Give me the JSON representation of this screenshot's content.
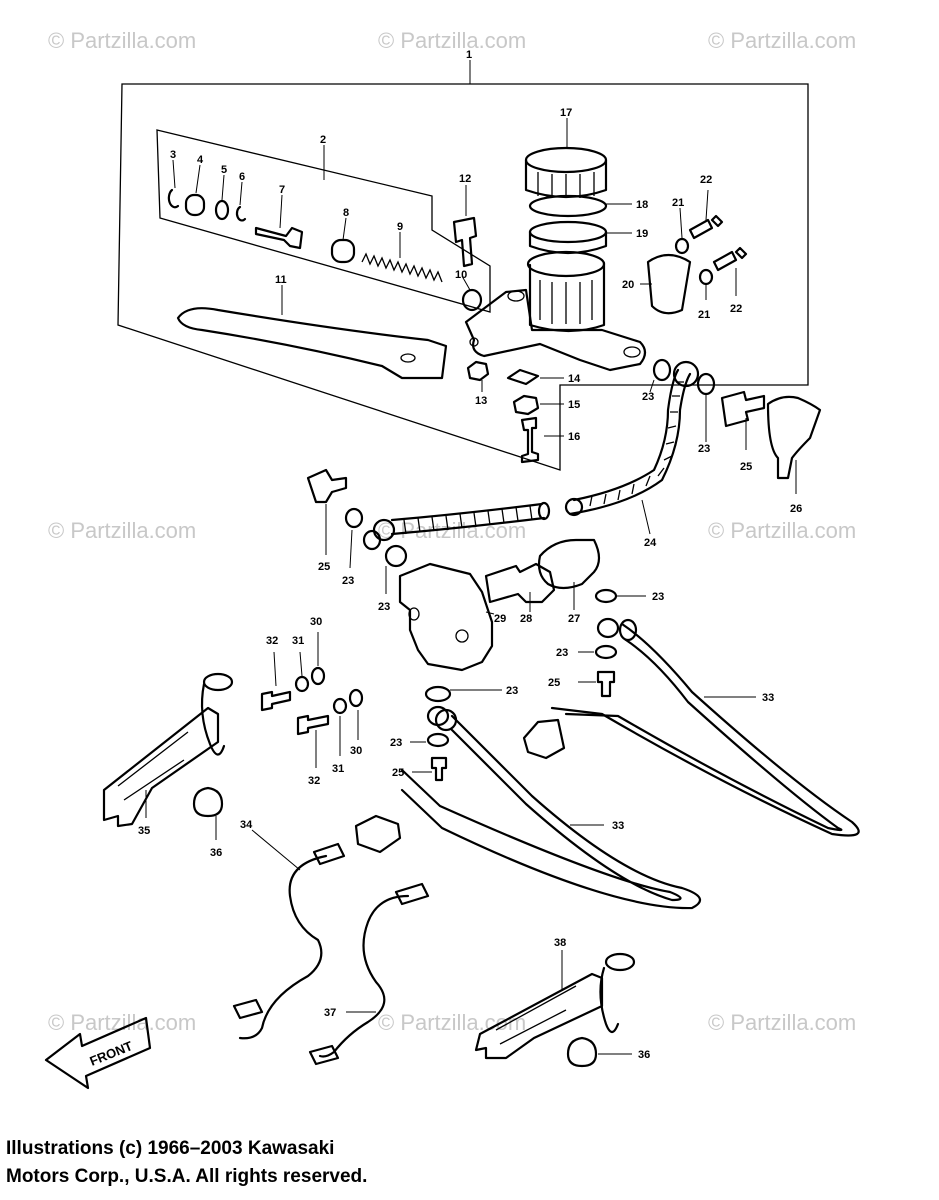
{
  "watermark": "© Partzilla.com",
  "callouts": {
    "c1": "1",
    "c2": "2",
    "c3": "3",
    "c4": "4",
    "c5": "5",
    "c6": "6",
    "c7": "7",
    "c8": "8",
    "c9": "9",
    "c10": "10",
    "c11": "11",
    "c12": "12",
    "c13": "13",
    "c14": "14",
    "c15": "15",
    "c16": "16",
    "c17": "17",
    "c18": "18",
    "c19": "19",
    "c20": "20",
    "c21": "21",
    "c22": "22",
    "c23": "23",
    "c24": "24",
    "c25": "25",
    "c26": "26",
    "c27": "27",
    "c28": "28",
    "c29": "29",
    "c30": "30",
    "c31": "31",
    "c32": "32",
    "c33": "33",
    "c34": "34",
    "c35": "35",
    "c36": "36",
    "c37": "37",
    "c38": "38"
  },
  "front_label": "FRONT",
  "copyright": {
    "line1": "Illustrations (c) 1966–2003 Kawasaki",
    "line2": "Motors Corp., U.S.A.  All rights reserved."
  }
}
